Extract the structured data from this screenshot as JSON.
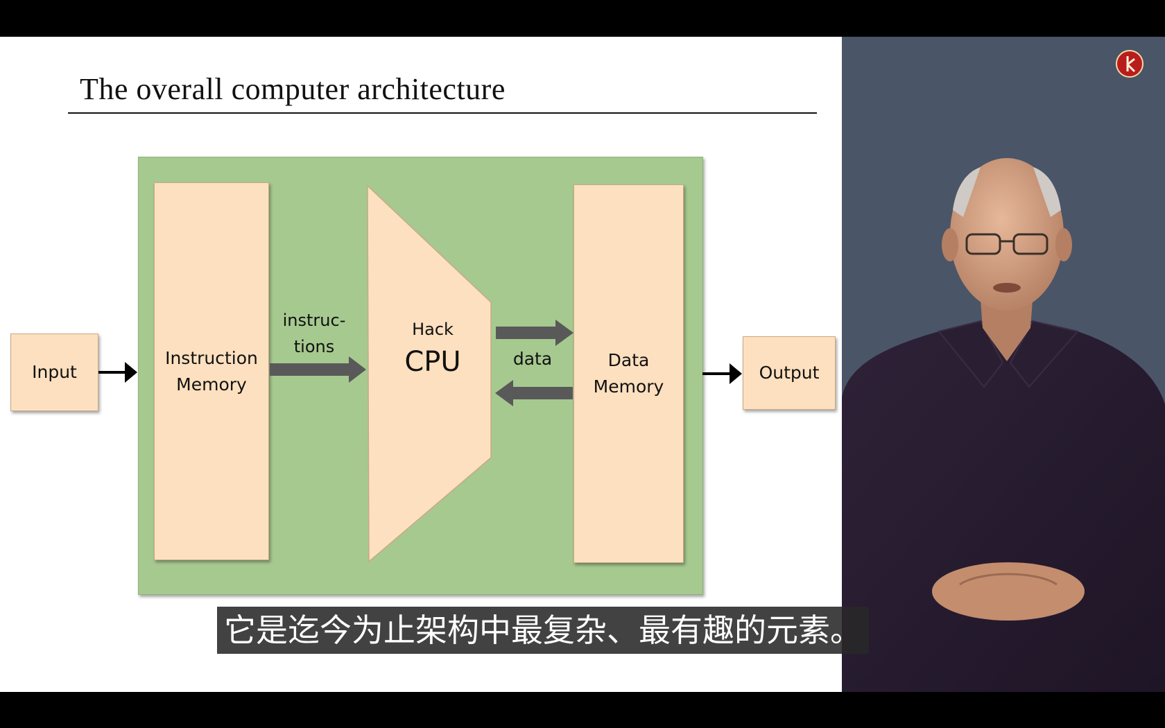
{
  "slide": {
    "title": "The overall computer architecture"
  },
  "diagram": {
    "input_label": "Input",
    "instruction_memory_label": "Instruction\nMemory",
    "instructions_label": "instruc-\ntions",
    "cpu_hack_label": "Hack",
    "cpu_name": "CPU",
    "data_label": "data",
    "data_memory_label": "Data\nMemory",
    "output_label": "Output"
  },
  "subtitle": {
    "text": "它是迄今为止架构中最复杂、最有趣的元素。"
  },
  "colors": {
    "computer_box": "#a6c98f",
    "block_fill": "#fde0bf",
    "arrow_gray": "#595959",
    "presenter_background": "#4a5568",
    "logo_red": "#b81d1d"
  },
  "icons": {
    "logo": "channel-logo-icon"
  }
}
